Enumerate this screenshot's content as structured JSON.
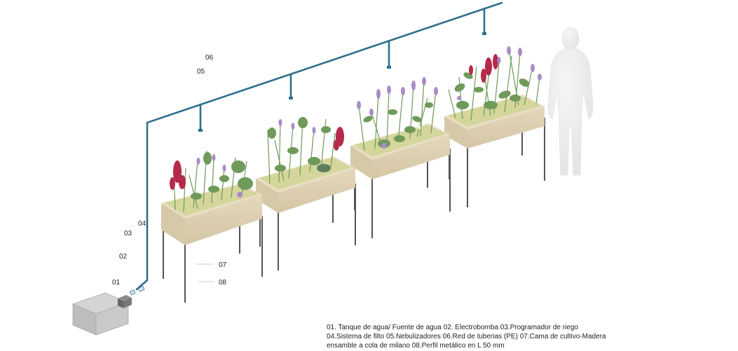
{
  "labels": {
    "l01": "01",
    "l02": "02",
    "l03": "03",
    "l04": "04",
    "l05": "05",
    "l06": "06",
    "l07": "07",
    "l08": "08"
  },
  "legend": {
    "line1": "01. Tanque de agua/ Fuente de agua  02. Electrobomba  03.Programador de riego",
    "line2": "04.Sistema de filto  05.Nebulizadores  06.Red de tuberias (PE)  07.Cama de cultivo-Madera",
    "line3": "ensamble a cola de milano  08.Perfil metálico en L 50 mm"
  },
  "colors": {
    "pipe": "#2e6f8e",
    "wood_top": "#e6dcc2",
    "wood_front": "#d9ccae",
    "soil": "#d6d7a0",
    "leg": "#555555",
    "tank": "#c9c9c9",
    "silhouette": "#ececec",
    "flower_red": "#b52a4a",
    "flower_purple": "#a98cc8",
    "leaf": "#6f9a5a"
  }
}
